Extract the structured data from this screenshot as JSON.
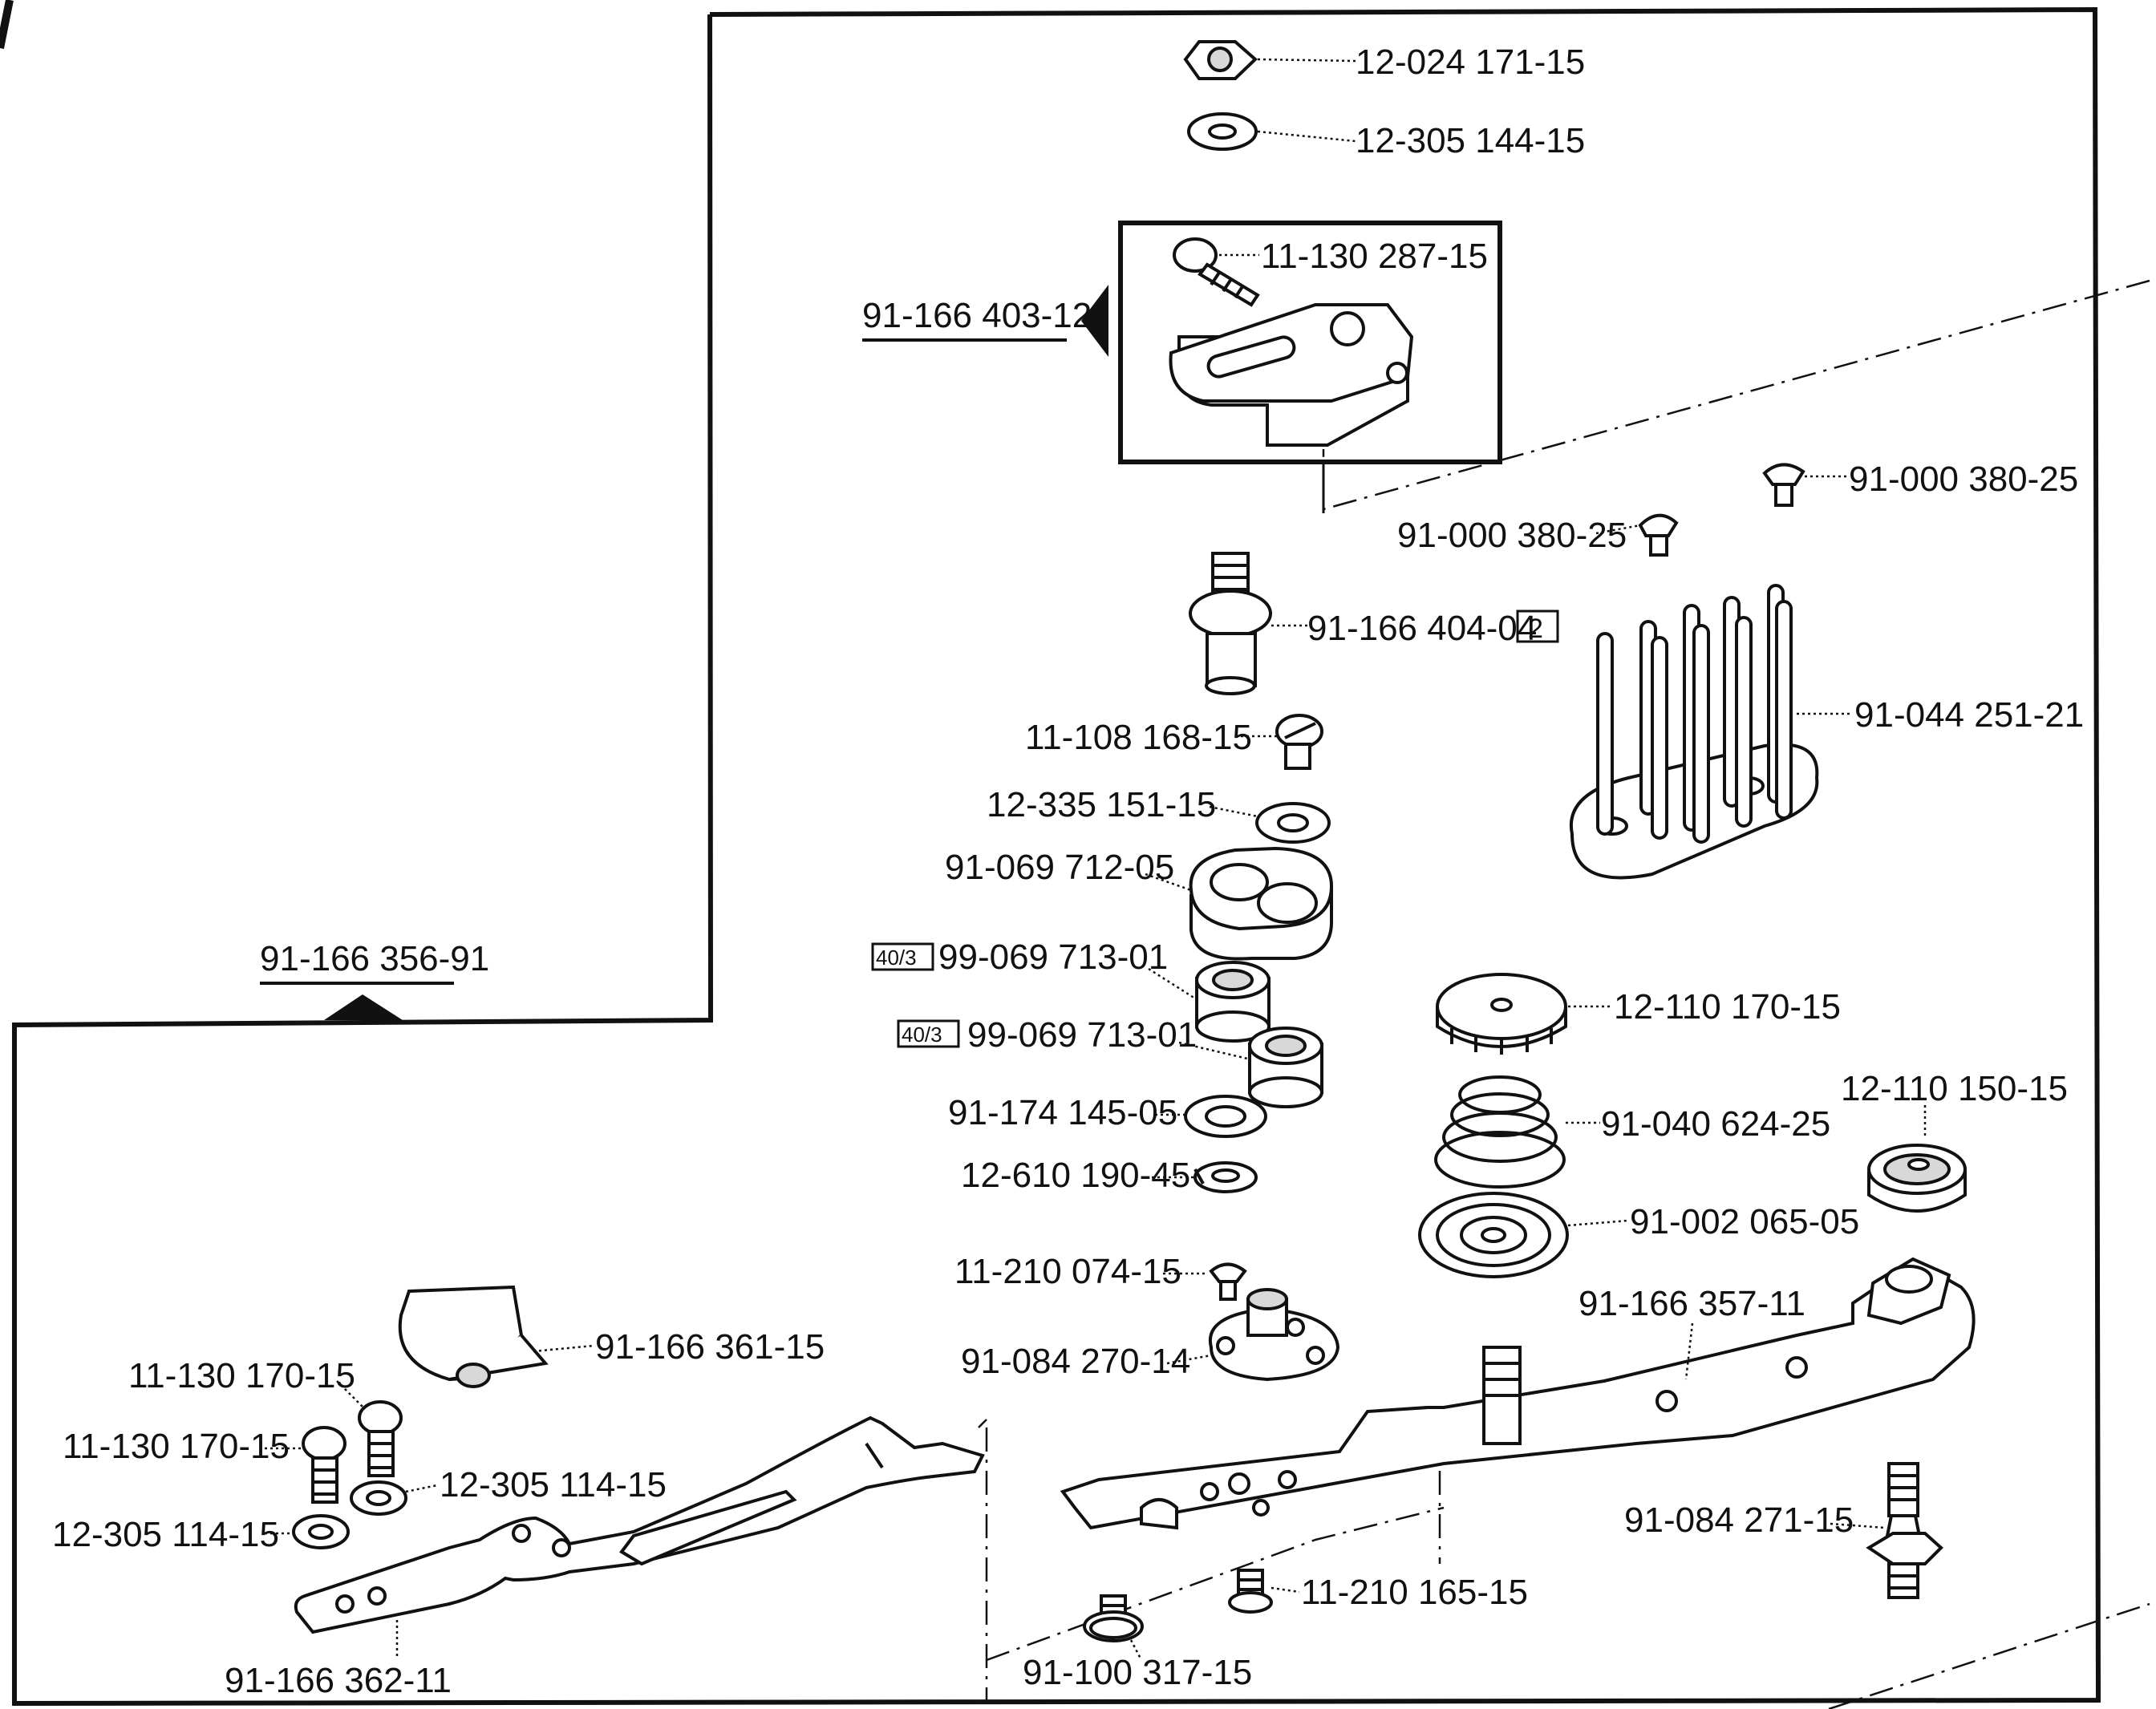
{
  "assembly_refs": {
    "upper": "91-166 403-12",
    "left": "91-166 356-91"
  },
  "callouts": [
    {
      "id": "nut-top",
      "label": "12-024 171-15"
    },
    {
      "id": "washer-top",
      "label": "12-305 144-15"
    },
    {
      "id": "bracket-screw",
      "label": "11-130 287-15"
    },
    {
      "id": "screw-right-1",
      "label": "91-000 380-25"
    },
    {
      "id": "screw-right-2",
      "label": "91-000 380-25"
    },
    {
      "id": "stud",
      "label": "91-166 404-04"
    },
    {
      "id": "pin-holder",
      "label": "91-044 251-21"
    },
    {
      "id": "screw-small",
      "label": "11-108 168-15"
    },
    {
      "id": "washer-small",
      "label": "12-335 151-15"
    },
    {
      "id": "link-block",
      "label": "91-069 712-05"
    },
    {
      "id": "bearing-1",
      "label": "99-069 713-01"
    },
    {
      "id": "bearing-2",
      "label": "99-069 713-01"
    },
    {
      "id": "washer-thin",
      "label": "91-174 145-05"
    },
    {
      "id": "lock-washer",
      "label": "12-610 190-45"
    },
    {
      "id": "knurl-nut",
      "label": "12-110 170-15"
    },
    {
      "id": "spring",
      "label": "91-040 624-25"
    },
    {
      "id": "knurl-nut-2",
      "label": "12-110 150-15"
    },
    {
      "id": "disc",
      "label": "91-002 065-05"
    },
    {
      "id": "screw-tiny",
      "label": "11-210 074-15"
    },
    {
      "id": "flange-nut",
      "label": "91-084 270-14"
    },
    {
      "id": "lever-right",
      "label": "91-166 357-11"
    },
    {
      "id": "clip",
      "label": "91-166 361-15"
    },
    {
      "id": "screw-l1",
      "label": "11-130 170-15"
    },
    {
      "id": "screw-l2",
      "label": "11-130 170-15"
    },
    {
      "id": "washer-l1",
      "label": "12-305 114-15"
    },
    {
      "id": "washer-l2",
      "label": "12-305 114-15"
    },
    {
      "id": "stud-2",
      "label": "91-084 271-15"
    },
    {
      "id": "screw-bottom",
      "label": "11-210 165-15"
    },
    {
      "id": "shoulder-screw",
      "label": "91-100 317-15"
    },
    {
      "id": "lever-left",
      "label": "91-166 362-11"
    }
  ],
  "qty_badge": "2",
  "page_refs": [
    "40/3",
    "40/3"
  ]
}
